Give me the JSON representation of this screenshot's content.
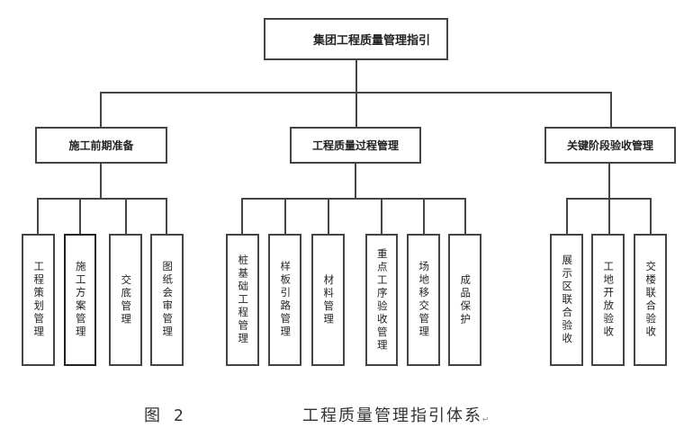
{
  "root": {
    "label": "集团工程质量管理指引"
  },
  "groups": [
    {
      "label": "施工前期准备",
      "children": [
        "工程策划管理",
        "施工方案管理",
        "交底管理",
        "图纸会审管理"
      ]
    },
    {
      "label": "工程质量过程管理",
      "children": [
        "桩基础工程管理",
        "样板引路管理",
        "材料管理",
        "重点工序验收管理",
        "场地移交管理",
        "成品保护"
      ]
    },
    {
      "label": "关键阶段验收管理",
      "children": [
        "展示区联合验收",
        "工地开放验收",
        "交楼联合验收"
      ]
    }
  ],
  "caption": {
    "figure_no": "图 2",
    "title": "工程质量管理指引体系",
    "paragraph_mark": "↵"
  }
}
